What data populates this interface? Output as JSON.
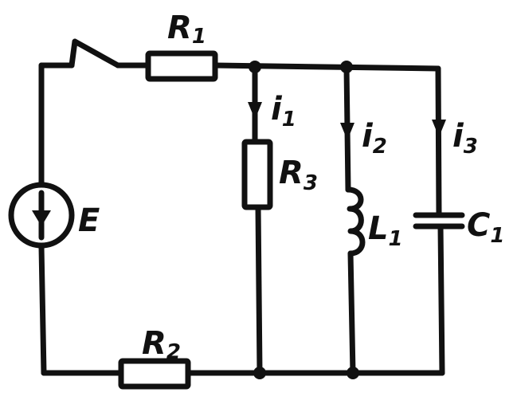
{
  "labels": {
    "r1": {
      "main": "R",
      "sub": "1"
    },
    "r2": {
      "main": "R",
      "sub": "2"
    },
    "r3": {
      "main": "R",
      "sub": "3"
    },
    "e": {
      "main": "E"
    },
    "i1": {
      "main": "i",
      "sub": "1"
    },
    "i2": {
      "main": "i",
      "sub": "2"
    },
    "i3": {
      "main": "i",
      "sub": "3"
    },
    "l1": {
      "main": "L",
      "sub": "1"
    },
    "c1": {
      "main": "C",
      "sub": "1"
    }
  }
}
